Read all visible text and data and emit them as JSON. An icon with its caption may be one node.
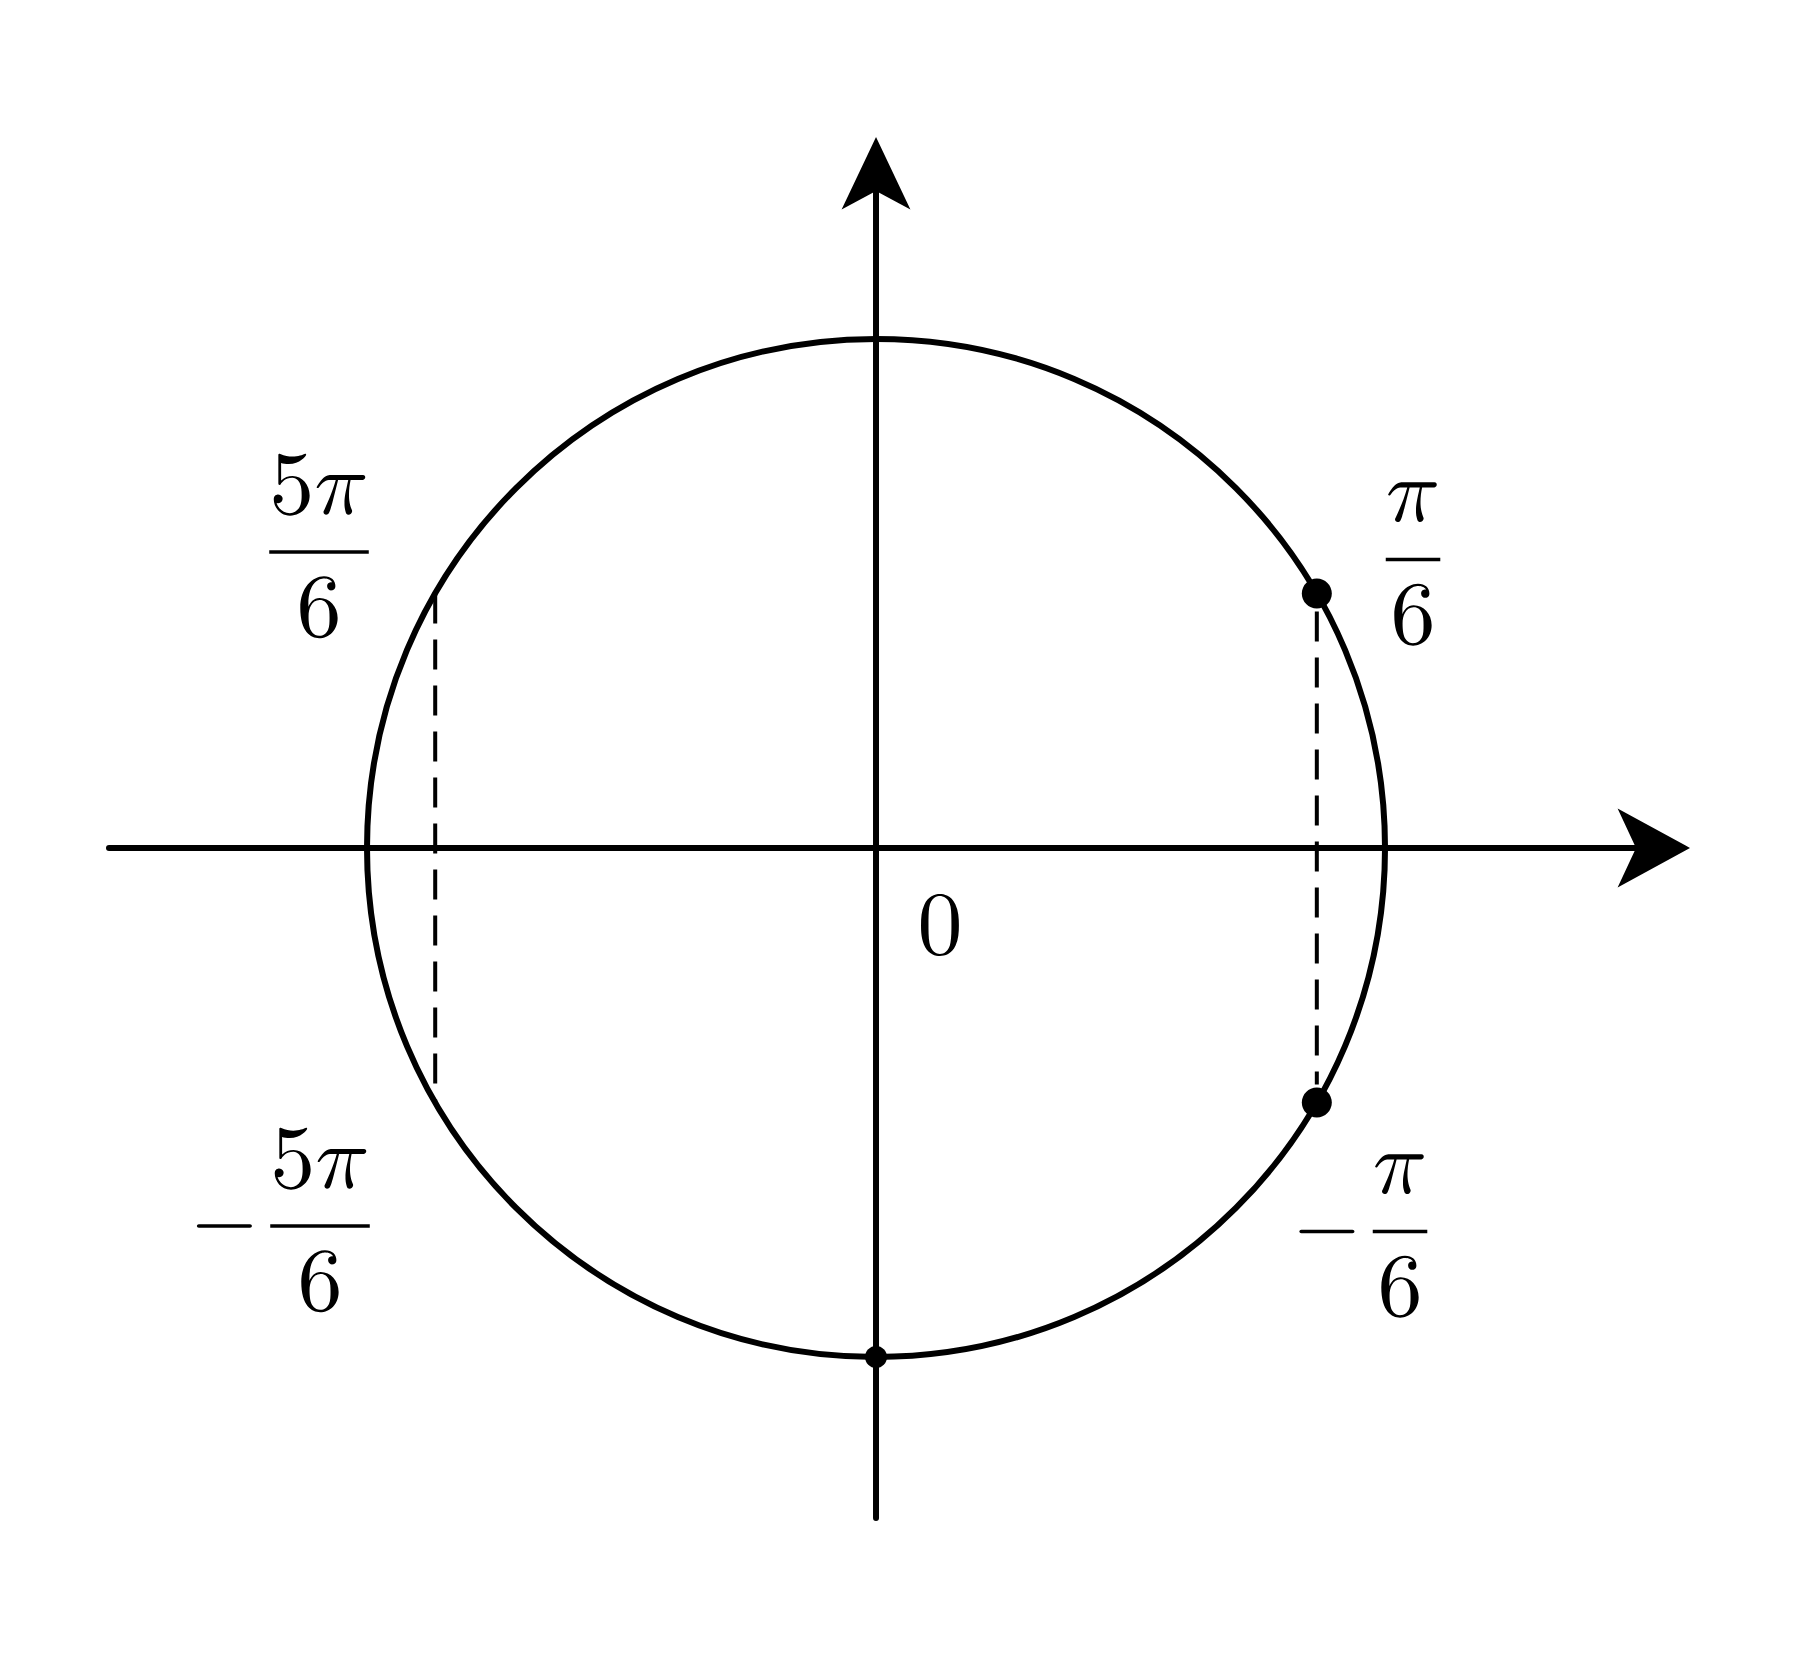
{
  "diagram": {
    "nodes": [
      {
        "text": [],
        "shape": "circle"
      },
      {
        "text": [],
        "shape": "circle"
      },
      {
        "text": [],
        "shape": "circle"
      }
    ],
    "edges": [
      {
        "from": 0,
        "to": 1,
        "arrow": "none",
        "style": "dashed"
      }
    ],
    "labels": [
      "\\frac{5\\pi}{6}",
      "\\frac{\\pi}{6}",
      "0",
      "-\\frac{5\\pi}{6}",
      "-\\frac{\\pi}{6}"
    ]
  }
}
